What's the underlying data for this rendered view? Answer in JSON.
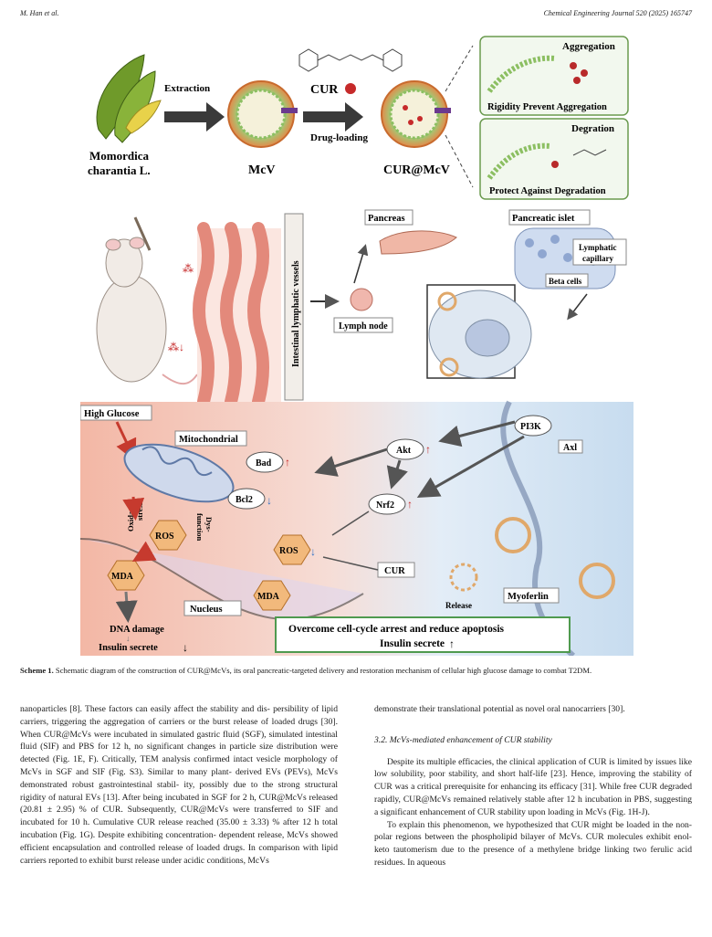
{
  "header": {
    "left": "M. Han et al.",
    "right": "Chemical Engineering Journal 520 (2025) 165747"
  },
  "scheme": {
    "top": {
      "source_label_1": "Momordica",
      "source_label_2": "charantia L.",
      "step1": "Extraction",
      "mcv": "McV",
      "cur": "CUR",
      "step2": "Drug-loading",
      "product": "CUR@McV",
      "box1_title": "Aggregation",
      "box1_caption": "Rigidity Prevent Aggregation",
      "box2_title": "Degration",
      "box2_caption": "Protect Against Degradation"
    },
    "middle": {
      "vessel": "Intestinal lymphatic vessels",
      "lymph_node": "Lymph node",
      "pancreas": "Pancreas",
      "islet": "Pancreatic islet",
      "lymphatic_capillary_1": "Lymphatic",
      "lymphatic_capillary_2": "capillary",
      "beta_cells": "Beta cells"
    },
    "bottom": {
      "high_glucose": "High Glucose",
      "mitochondrial": "Mitochondrial",
      "bad": "Bad",
      "bcl2": "Bcl2",
      "akt": "Akt",
      "pi3k": "PI3K",
      "axl": "Axl",
      "nrf2": "Nrf2",
      "ros_left": "ROS",
      "ros_mid": "ROS",
      "oxidative": "Oxidative",
      "stress": "stress",
      "dys": "Dys-",
      "function": "function",
      "mda_left": "MDA",
      "mda_mid": "MDA",
      "cur": "CUR",
      "release": "Release",
      "myoferlin": "Myoferlin",
      "nucleus": "Nucleus",
      "dna_damage": "DNA damage",
      "insulin_left": "Insulin secrete",
      "outcome_1": "Overcome cell-cycle arrest and reduce apoptosis",
      "outcome_2": "Insulin secrete"
    }
  },
  "caption": {
    "label": "Scheme 1.",
    "text": "Schematic diagram of the construction of CUR@McVs, its oral pancreatic-targeted delivery and restoration mechanism of cellular high glucose damage to combat T2DM."
  },
  "left_column": {
    "p1_lines": [
      "nanoparticles [8]. These factors can easily affect the stability and dis-",
      "persibility of lipid carriers, triggering the aggregation of carriers or the",
      "burst release of loaded drugs [30]. When CUR@McVs were incubated in",
      "simulated gastric fluid (SGF), simulated intestinal fluid (SIF) and PBS for",
      "12 h, no significant changes in particle size distribution were detected",
      "(Fig. 1E, F). Critically, TEM analysis confirmed intact vesicle",
      "morphology of McVs in SGF and SIF (Fig. S3). Similar to many plant-",
      "derived EVs (PEVs), McVs demonstrated robust gastrointestinal stabil-",
      "ity, possibly due to the strong structural rigidity of natural EVs [13].",
      "After being incubated in SGF for 2 h, CUR@McVs released (20.81 ±",
      "2.95) % of CUR. Subsequently, CUR@McVs were transferred to SIF and",
      "incubated for 10 h. Cumulative CUR release reached (35.00 ± 3.33) %",
      "after 12 h total incubation (Fig. 1G). Despite exhibiting concentration-",
      "dependent release, McVs showed efficient encapsulation and",
      "controlled release of loaded drugs. In comparison with lipid carriers",
      "reported to exhibit burst release under acidic conditions, McVs"
    ]
  },
  "right_column": {
    "p0_lines": [
      "demonstrate their translational potential as novel oral nanocarriers",
      "[30]."
    ],
    "section_heading": "3.2. McVs-mediated enhancement of CUR stability",
    "p1_lines": [
      "Despite its multiple efficacies, the clinical application of CUR is",
      "limited by issues like low solubility, poor stability, and short half-life",
      "[23]. Hence, improving the stability of CUR was a critical prerequisite",
      "for enhancing its efficacy [31]. While free CUR degraded rapidly,",
      "CUR@McVs remained relatively stable after 12 h incubation in PBS,",
      "suggesting a significant enhancement of CUR stability upon loading in",
      "McVs (Fig. 1H-J)."
    ],
    "p2_lines": [
      "To explain this phenomenon, we hypothesized that CUR might be",
      "loaded in the non-polar regions between the phospholipid bilayer of",
      "McVs. CUR molecules exhibit enol-keto tautomerism due to the presence",
      "of a methylene bridge linking two ferulic acid residues. In aqueous"
    ]
  }
}
